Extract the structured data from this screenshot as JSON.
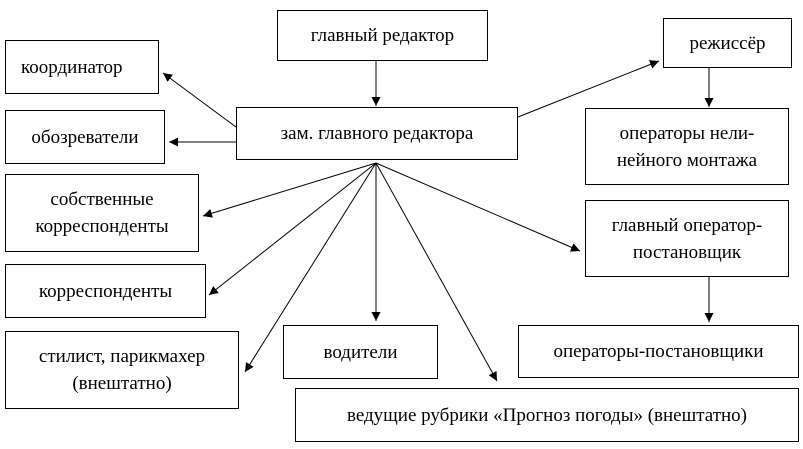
{
  "nodes": {
    "chief_editor": "главный редактор",
    "deputy_chief_editor": "зам. главного редактора",
    "coordinator": "координатор",
    "observers": "обозреватели",
    "own_correspondents": "собственные\nкорреспонденты",
    "correspondents": "корреспонденты",
    "stylist": "стилист, парикмахер\n(внештатно)",
    "drivers": "водители",
    "weather_hosts": "ведущие рубрики «Прогноз погоды» (внештатно)",
    "director": "режиссёр",
    "nonlinear_editors": "операторы нели-\nнейного монтажа",
    "chief_operator": "главный оператор-\nпостановщик",
    "operators": "операторы-постановщики"
  },
  "edges": [
    {
      "from": "chief_editor",
      "to": "deputy_chief_editor"
    },
    {
      "from": "deputy_chief_editor",
      "to": "coordinator"
    },
    {
      "from": "deputy_chief_editor",
      "to": "observers"
    },
    {
      "from": "deputy_chief_editor",
      "to": "own_correspondents"
    },
    {
      "from": "deputy_chief_editor",
      "to": "correspondents"
    },
    {
      "from": "deputy_chief_editor",
      "to": "stylist"
    },
    {
      "from": "deputy_chief_editor",
      "to": "drivers"
    },
    {
      "from": "deputy_chief_editor",
      "to": "weather_hosts"
    },
    {
      "from": "deputy_chief_editor",
      "to": "chief_operator"
    },
    {
      "from": "deputy_chief_editor",
      "to": "director"
    },
    {
      "from": "director",
      "to": "nonlinear_editors"
    },
    {
      "from": "chief_operator",
      "to": "operators"
    }
  ]
}
